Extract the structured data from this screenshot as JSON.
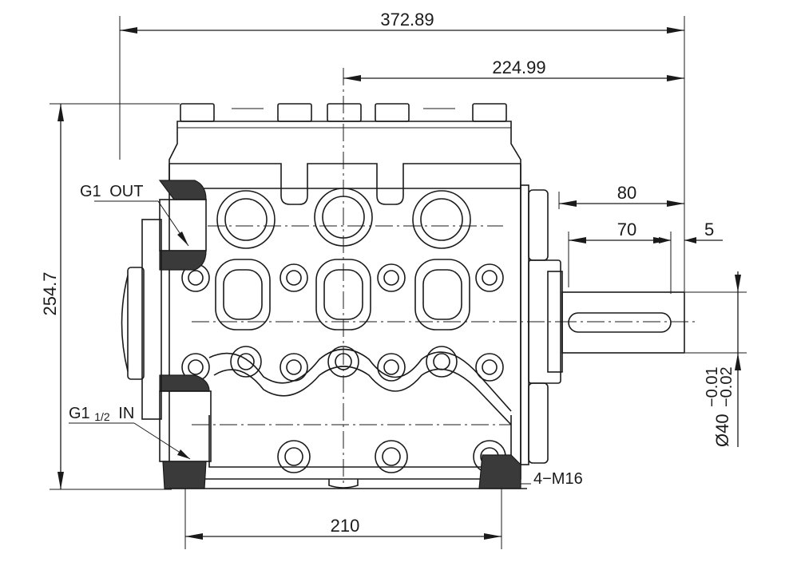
{
  "dimensions": {
    "overall_width": "372.89",
    "shaft_to_end": "224.99",
    "height": "254.7",
    "shaft_length": "80",
    "key_length": "70",
    "key_offset": "5",
    "base_hole_spacing": "210",
    "shaft_diameter_main": "Ø40",
    "shaft_tol_upper": "−0.01",
    "shaft_tol_lower": "−0.02"
  },
  "labels": {
    "outlet_prefix": "G1",
    "outlet_suffix": "OUT",
    "inlet_prefix": "G1",
    "inlet_fraction": "1/2",
    "inlet_suffix": "IN",
    "mounting_holes": "4−M16"
  }
}
